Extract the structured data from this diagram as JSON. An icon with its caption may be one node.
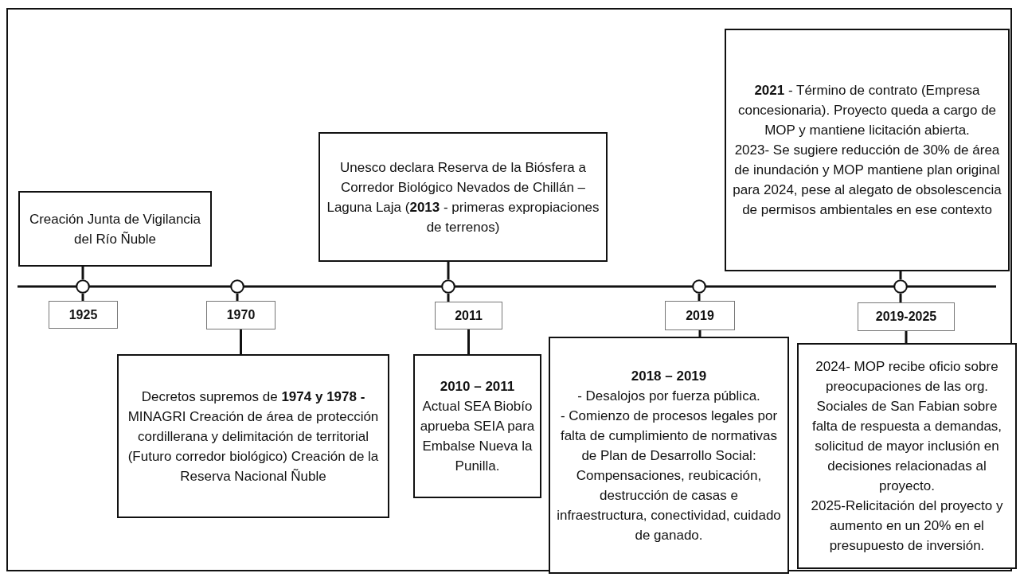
{
  "diagram": {
    "nodes": [
      {
        "text": [
          "Creación Junta de Vigilancia del Río Ñuble"
        ]
      },
      {
        "text": [
          "Unesco declara Reserva de la Biósfera a Corredor Biológico Nevados de Chillán – Laguna Laja (**2013** - primeras expropiaciones de terrenos)"
        ]
      },
      {
        "text": [
          "**2021** - Término de contrato (Empresa concesionaria). Proyecto queda a cargo de MOP y mantiene licitación abierta.",
          "2023- Se sugiere reducción de 30% de área de inundación y MOP mantiene plan original para 2024, pese al alegato de obsolescencia de permisos ambientales en ese contexto"
        ]
      },
      {
        "text": [],
        "shape": "circle"
      },
      {
        "text": [],
        "shape": "circle"
      },
      {
        "text": [],
        "shape": "circle"
      },
      {
        "text": [],
        "shape": "circle"
      },
      {
        "text": [],
        "shape": "circle"
      },
      {
        "text": [
          "1925"
        ]
      },
      {
        "text": [
          "1970"
        ]
      },
      {
        "text": [
          "2011"
        ]
      },
      {
        "text": [
          "2019"
        ]
      },
      {
        "text": [
          "2019-2025"
        ]
      },
      {
        "text": [
          "Decretos supremos de **1974 y 1978 -** MINAGRI Creación de área de protección cordillerana y delimitación de territorial (Futuro corredor biológico) Creación de la Reserva Nacional Ñuble"
        ]
      },
      {
        "text": [
          "2010 – 2011",
          "Actual SEA Biobío aprueba SEIA para Embalse Nueva la Punilla."
        ]
      },
      {
        "text": [
          "2018 – 2019",
          "- Desalojos por fuerza pública.",
          "- Comienzo de procesos legales por falta de cumplimiento de normativas de Plan de Desarrollo Social: Compensaciones, reubicación, destrucción de casas e infraestructura, conectividad, cuidado de ganado."
        ]
      },
      {
        "text": [
          "2024- MOP recibe oficio sobre preocupaciones de las org. Sociales de San Fabian sobre falta de respuesta a demandas, solicitud de mayor inclusión en decisiones relacionadas al proyecto.",
          "2025-Relicitación del proyecto y aumento en un 20% en el presupuesto de inversión."
        ]
      }
    ],
    "edges": [
      {
        "from": 0,
        "to": 3,
        "arrow": "none"
      },
      {
        "from": 3,
        "to": 8,
        "arrow": "none"
      },
      {
        "from": 4,
        "to": 9,
        "arrow": "none"
      },
      {
        "from": 9,
        "to": 13,
        "arrow": "none"
      },
      {
        "from": 1,
        "to": 5,
        "arrow": "none"
      },
      {
        "from": 5,
        "to": 10,
        "arrow": "none"
      },
      {
        "from": 10,
        "to": 14,
        "arrow": "none"
      },
      {
        "from": 6,
        "to": 11,
        "arrow": "none"
      },
      {
        "from": 11,
        "to": 15,
        "arrow": "none"
      },
      {
        "from": 2,
        "to": 7,
        "arrow": "none"
      },
      {
        "from": 7,
        "to": 12,
        "arrow": "none"
      },
      {
        "from": 12,
        "to": 16,
        "arrow": "none"
      }
    ]
  }
}
